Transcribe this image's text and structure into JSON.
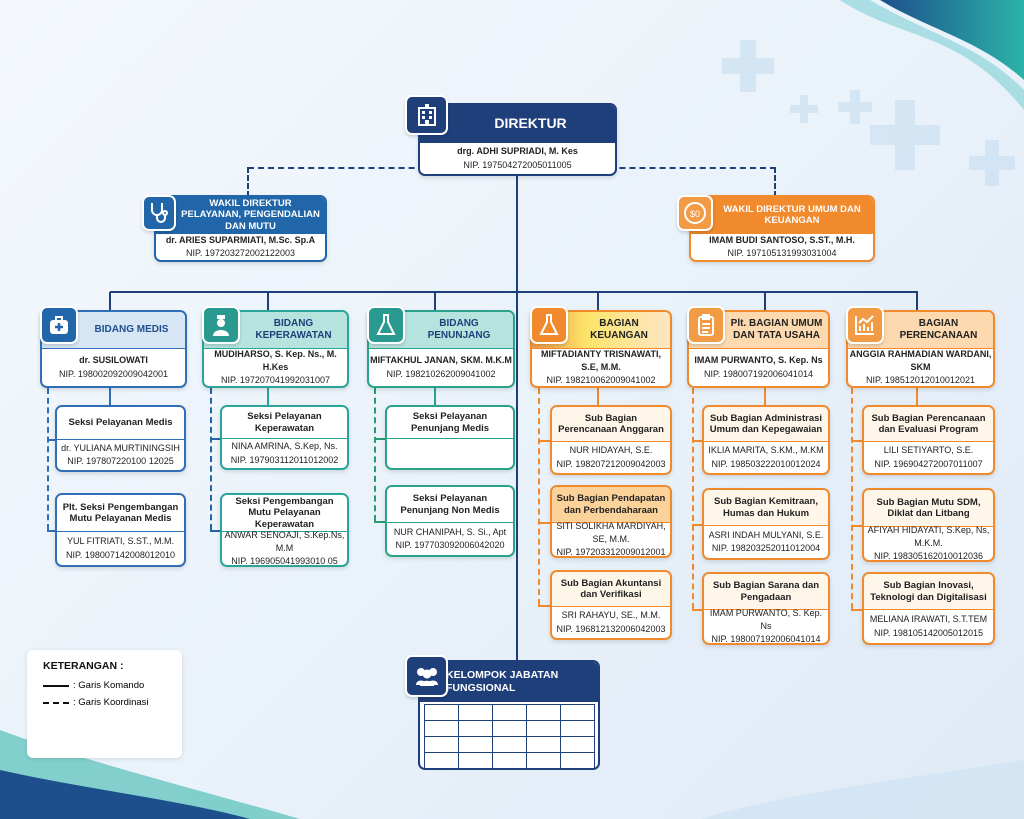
{
  "colors": {
    "navy": "#1f3f7a",
    "blue": "#2166a8",
    "teal": "#2aa59a",
    "orange": "#f08a2c"
  },
  "direktur": {
    "title": "DIREKTUR",
    "name": "drg. ADHI SUPRIADI, M. Kes",
    "nip": "NIP. 197504272005011005",
    "icon": "hospital-building-icon"
  },
  "wakil_kiri": {
    "title": "WAKIL DIREKTUR PELAYANAN, PENGENDALIAN DAN MUTU",
    "name": "dr. ARIES SUPARMIATI, M.Sc. Sp.A",
    "nip": "NIP. 197203272002122003",
    "icon": "stethoscope-icon"
  },
  "wakil_kanan": {
    "title": "WAKIL DIREKTUR UMUM DAN KEUANGAN",
    "name": "IMAM BUDI SANTOSO, S.ST., M.H.",
    "nip": "NIP. 197105131993031004",
    "icon": "money-icon"
  },
  "columns": [
    {
      "title": "BIDANG MEDIS",
      "name": "dr. SUSILOWATI",
      "nip": "NIP. 198002092009042001",
      "icon": "medical-bag-icon",
      "subs": [
        {
          "title": "Seksi Pelayanan Medis",
          "name": "dr. YULIANA MURTININGSIH",
          "nip": "NIP. 197807220100 12025"
        },
        {
          "title": "Plt. Seksi Pengembangan Mutu Pelayanan Medis",
          "name": "YUL FITRIATI, S.ST., M.M.",
          "nip": "NIP. 198007142008012010"
        }
      ]
    },
    {
      "title": "BIDANG KEPERAWATAN",
      "name": "MUDIHARSO, S. Kep. Ns., M. H.Kes",
      "nip": "NIP. 197207041992031007",
      "icon": "nurse-icon",
      "subs": [
        {
          "title": "Seksi Pelayanan Keperawatan",
          "name": "NINA AMRINA, S.Kep, Ns.",
          "nip": "NIP. 197903112011012002"
        },
        {
          "title": "Seksi Pengembangan Mutu Pelayanan Keperawatan",
          "name": "ANWAR SENOAJI, S.Kep.Ns, M.M",
          "nip": "NIP. 196905041993010 05"
        }
      ]
    },
    {
      "title": "BIDANG PENUNJANG",
      "name": "MIFTAKHUL JANAN, SKM. M.K.M",
      "nip": "NIP. 198210262009041002",
      "icon": "flask-icon",
      "subs": [
        {
          "title": "Seksi Pelayanan Penunjang Medis",
          "name": "",
          "nip": ""
        },
        {
          "title": "Seksi Pelayanan Penunjang Non Medis",
          "name": "NUR CHANIPAH, S. Si., Apt",
          "nip": "NIP. 197703092006042020"
        }
      ]
    },
    {
      "title": "BAGIAN KEUANGAN",
      "name": "MIFTADIANTY TRISNAWATI, S.E, M.M.",
      "nip": "NIP. 198210062009041002",
      "icon": "flask-icon",
      "subs": [
        {
          "title": "Sub Bagian Perencanaan Anggaran",
          "name": "NUR HIDAYAH, S.E.",
          "nip": "NIP. 198207212009042003"
        },
        {
          "title": "Sub Bagian Pendapatan dan Perbendaharaan",
          "name": "SITI SOLIKHA MARDIYAH, SE, M.M.",
          "nip": "NIP. 197203312009012001"
        },
        {
          "title": "Sub Bagian Akuntansi dan Verifikasi",
          "name": "SRI RAHAYU, SE., M.M.",
          "nip": "NIP. 196812132006042003"
        }
      ]
    },
    {
      "title": "Plt. BAGIAN UMUM DAN TATA USAHA",
      "name": "IMAM PURWANTO, S. Kep. Ns",
      "nip": "NIP. 198007192006041014",
      "icon": "clipboard-icon",
      "subs": [
        {
          "title": "Sub Bagian Administrasi Umum dan Kepegawaian",
          "name": "IKLIA MARITA, S.KM., M.KM",
          "nip": "NIP. 198503222010012024"
        },
        {
          "title": "Sub Bagian Kemitraan, Humas dan Hukum",
          "name": "ASRI INDAH MULYANI, S.E.",
          "nip": "NIP. 198203252011012004"
        },
        {
          "title": "Sub Bagian Sarana dan Pengadaan",
          "name": "IMAM PURWANTO, S. Kep. Ns",
          "nip": "NIP. 198007192006041014"
        }
      ]
    },
    {
      "title": "BAGIAN PERENCANAAN",
      "name": "ANGGIA RAHMADIAN WARDANI, SKM",
      "nip": "NIP. 198512012010012021",
      "icon": "chart-icon",
      "subs": [
        {
          "title": "Sub Bagian Perencanaan dan Evaluasi Program",
          "name": "LILI SETIYARTO, S.E.",
          "nip": "NIP. 196904272007011007"
        },
        {
          "title": "Sub Bagian Mutu SDM, Diklat dan Litbang",
          "name": "AFIYAH HIDAYATI, S.Kep, Ns, M.K.M.",
          "nip": "NIP. 198305162010012036"
        },
        {
          "title": "Sub Bagian Inovasi, Teknologi dan Digitalisasi",
          "name": "MELIANA IRAWATI, S.T.TEM",
          "nip": "NIP. 198105142005012015"
        }
      ]
    }
  ],
  "kelompok": {
    "title": "KELOMPOK JABATAN FUNGSIONAL",
    "icon": "people-group-icon"
  },
  "legend": {
    "title": "KETERANGAN :",
    "solid": ": Garis Komando",
    "dashed": ": Garis Koordinasi"
  }
}
